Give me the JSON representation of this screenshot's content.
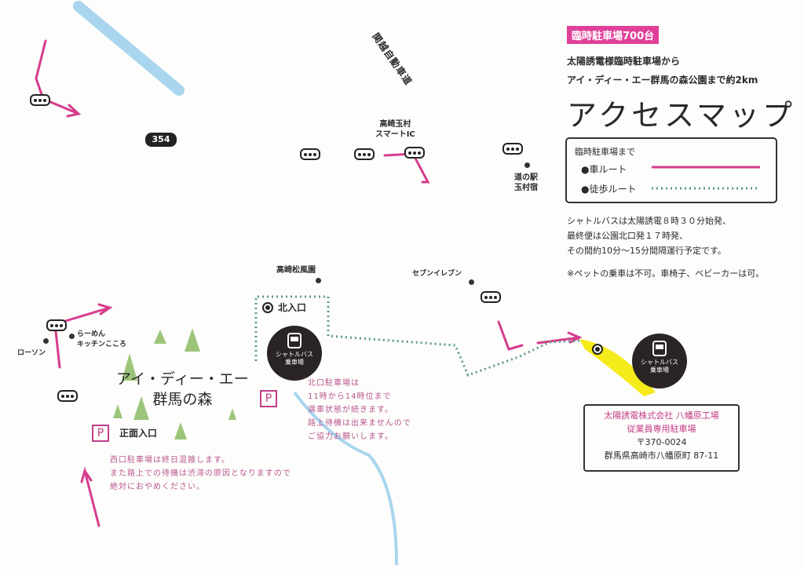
{
  "header": {
    "badge": "臨時駐車場700台",
    "subtitle_line1": "太陽誘電様臨時駐車場から",
    "subtitle_line2": "アイ・ディー・エー群馬の森公園まで約2km",
    "title": "アクセスマップ"
  },
  "legend": {
    "heading": "臨時駐車場まで",
    "car_route": "●車ルート",
    "walk_route": "●徒歩ルート"
  },
  "info": {
    "line1": "シャトルバスは太陽誘電８時３０分始発、",
    "line2": "最終便は公園北口発１７時発、",
    "line3": "その間約10分～15分間隔運行予定です。",
    "pet_note": "※ペットの乗車は不可。車椅子、ベビーカーは可。"
  },
  "map": {
    "route354": "354",
    "expressway": "関越自動車道",
    "smart_ic": [
      "高崎玉村",
      "スマートIC"
    ],
    "michinoeki": [
      "道の駅",
      "玉村宿"
    ],
    "shofuen": "高崎松風園",
    "seven": "セブンイレブン",
    "lawson": "ローソン",
    "ramen": [
      "らーめん",
      "キッチンこころ"
    ],
    "park_name": [
      "アイ・ディー・エー",
      "群馬の森"
    ],
    "north_entrance": "北入口",
    "front_entrance": "正面入口",
    "parking_symbol": "P",
    "shuttle_label": [
      "シャトルバス",
      "乗車場"
    ],
    "north_note": [
      "北口駐車場は",
      "11時から14時位まで",
      "満車状態が続きます。",
      "路上待機は出来ませんので",
      "ご協力お願いします。"
    ],
    "west_note": [
      "西口駐車場は終日混雑します。",
      "また路上での待機は渋滞の原因となりますので",
      "絶対におやめください。"
    ]
  },
  "address": {
    "company": "太陽誘電株式会社 八幡原工場",
    "lot": "従業員専用駐車場",
    "postal": "〒370-0024",
    "street": "群馬県高崎市八幡原町 87-11"
  },
  "colors": {
    "car_route": "#d63c8c",
    "walk_route": "#5a9a8a",
    "river": "#a9d6ee",
    "highlight": "#f5ea1a"
  }
}
